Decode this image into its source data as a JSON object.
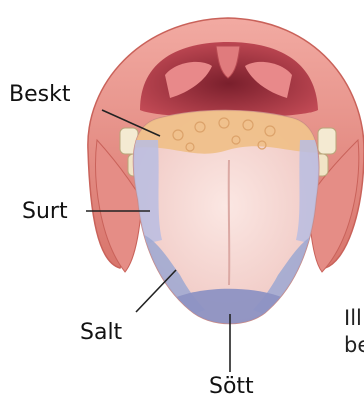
{
  "labels": {
    "bitter": "Beskt",
    "sour": "Surt",
    "salt": "Salt",
    "sweet": "Sött"
  },
  "caption": {
    "line1": "Ill",
    "line2": "be"
  },
  "colors": {
    "lip": "#e2867f",
    "mouth_inside": "#c44855",
    "tongue": "#f4d4d0",
    "bitter_zone": "#f0c088",
    "sour_zone": "#b8bde0",
    "salt_zone": "#9fa8cf",
    "sweet_zone": "#8e92c2"
  }
}
